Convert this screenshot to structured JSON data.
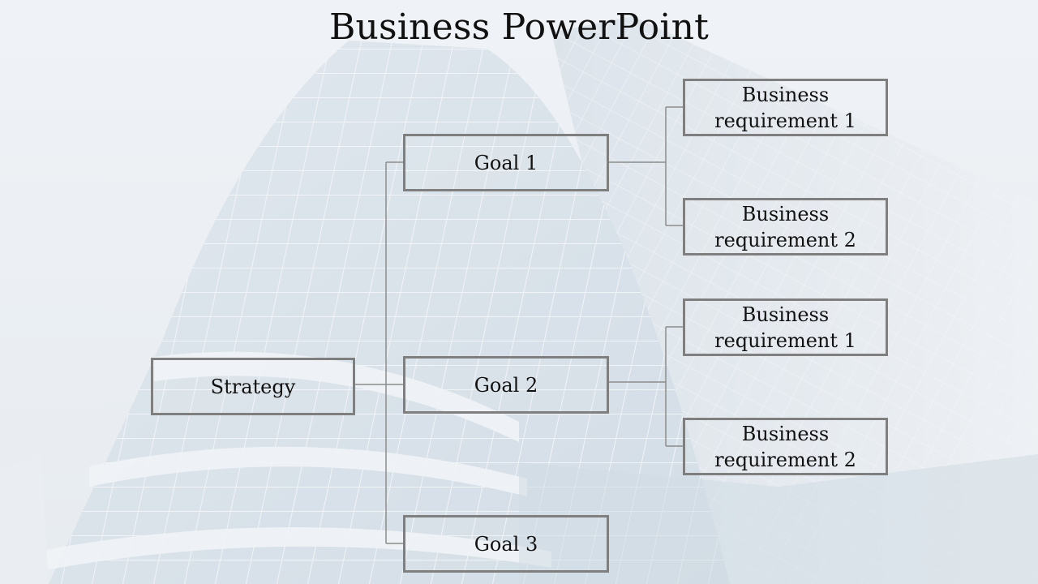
{
  "slide": {
    "title": "Business PowerPoint"
  },
  "diagram": {
    "root": "Strategy",
    "goals": [
      "Goal 1",
      "Goal 2",
      "Goal 3"
    ],
    "requirements": [
      {
        "line1": "Business",
        "line2": "requirement 1"
      },
      {
        "line1": "Business",
        "line2": "requirement 2"
      },
      {
        "line1": "Business",
        "line2": "requirement 1"
      },
      {
        "line1": "Business",
        "line2": "requirement 2"
      }
    ]
  },
  "colors": {
    "box_border": "#7f7f7f",
    "connector": "#8c8c8c",
    "sky": "#dfe6ee",
    "glass": "#b9c9d8"
  },
  "background_image": "glass-skyscraper-photo"
}
